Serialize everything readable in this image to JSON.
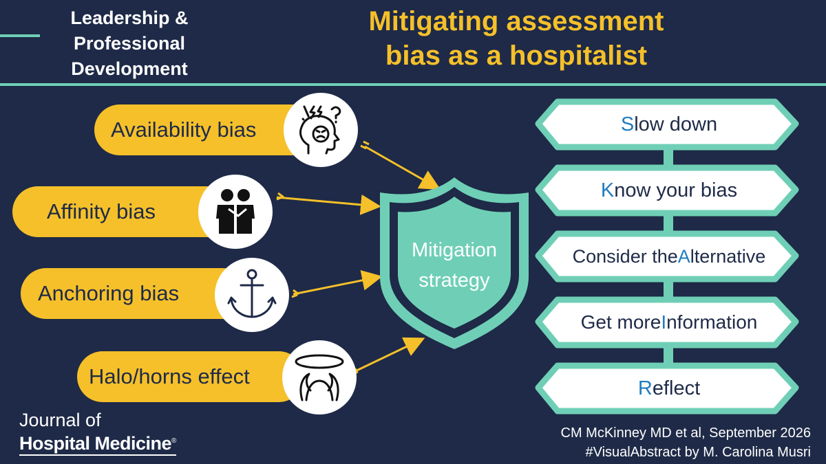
{
  "header": {
    "section_line1": "Leadership &",
    "section_line2": "Professional",
    "section_line3": "Development",
    "title_line1": "Mitigating assessment",
    "title_line2": "bias as a hospitalist"
  },
  "biases": [
    {
      "label": "Availability bias",
      "icon": "angry-head-icon"
    },
    {
      "label": "Affinity bias",
      "icon": "two-people-icon"
    },
    {
      "label": "Anchoring bias",
      "icon": "anchor-icon"
    },
    {
      "label": "Halo/horns effect",
      "icon": "halo-horns-icon"
    }
  ],
  "shield": {
    "line1": "Mitigation",
    "line2": "strategy"
  },
  "steps": [
    {
      "before": "",
      "highlight": "S",
      "after": "low down"
    },
    {
      "before": "",
      "highlight": "K",
      "after": "now your bias"
    },
    {
      "before": "Consider the ",
      "highlight": "A",
      "after": "lternative"
    },
    {
      "before": "Get more ",
      "highlight": "I",
      "after": "nformation"
    },
    {
      "before": "",
      "highlight": "R",
      "after": "eflect"
    }
  ],
  "footer": {
    "journal_line1": "Journal of",
    "journal_line2": "Hospital Medicine",
    "registered_mark": "®",
    "credit_line1": "CM McKinney MD et al, September 2026",
    "credit_line2": "#VisualAbstract by M. Carolina Musri"
  },
  "colors": {
    "background": "#1e2a47",
    "accent_yellow": "#f5c02a",
    "accent_teal": "#6fcfb6",
    "highlight_blue": "#1f7dbd"
  }
}
